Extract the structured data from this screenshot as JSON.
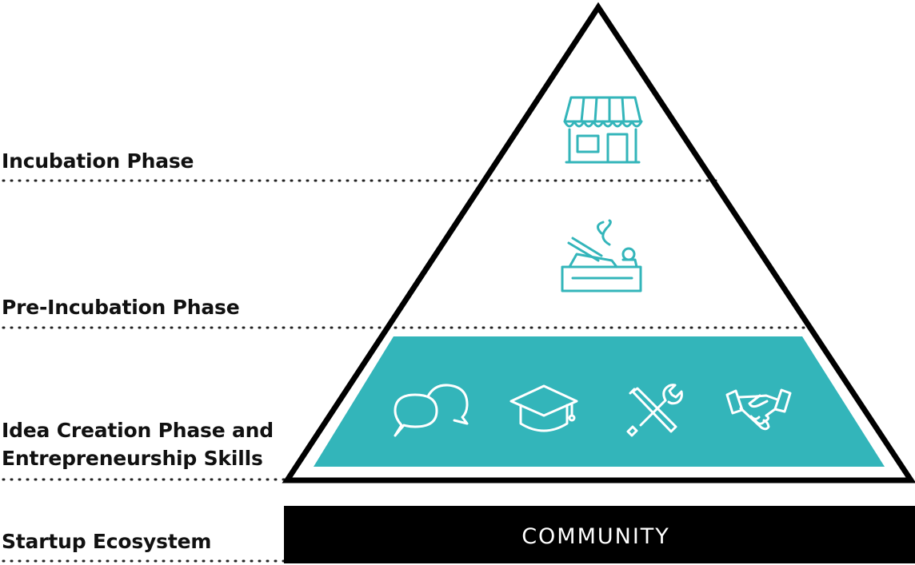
{
  "levels": [
    {
      "id": "incubation",
      "label": "Incubation Phase",
      "icon": "shop-icon"
    },
    {
      "id": "pre-incubation",
      "label": "Pre-Incubation Phase",
      "icon": "wood-plane-icon"
    },
    {
      "id": "idea-creation",
      "label": "Idea Creation Phase and Entrepreneurship Skills",
      "label_line1": "Idea Creation Phase and",
      "label_line2": "Entrepreneurship Skills",
      "icons": [
        "chat-bubbles-icon",
        "graduation-cap-icon",
        "tools-icon",
        "handshake-icon"
      ]
    },
    {
      "id": "startup-ecosystem",
      "label": "Startup Ecosystem"
    }
  ],
  "base": {
    "label": "COMMUNITY"
  },
  "colors": {
    "accent": "#33b5ba",
    "outline": "#000000",
    "base_bar": "#000000",
    "dots": "#222222"
  }
}
